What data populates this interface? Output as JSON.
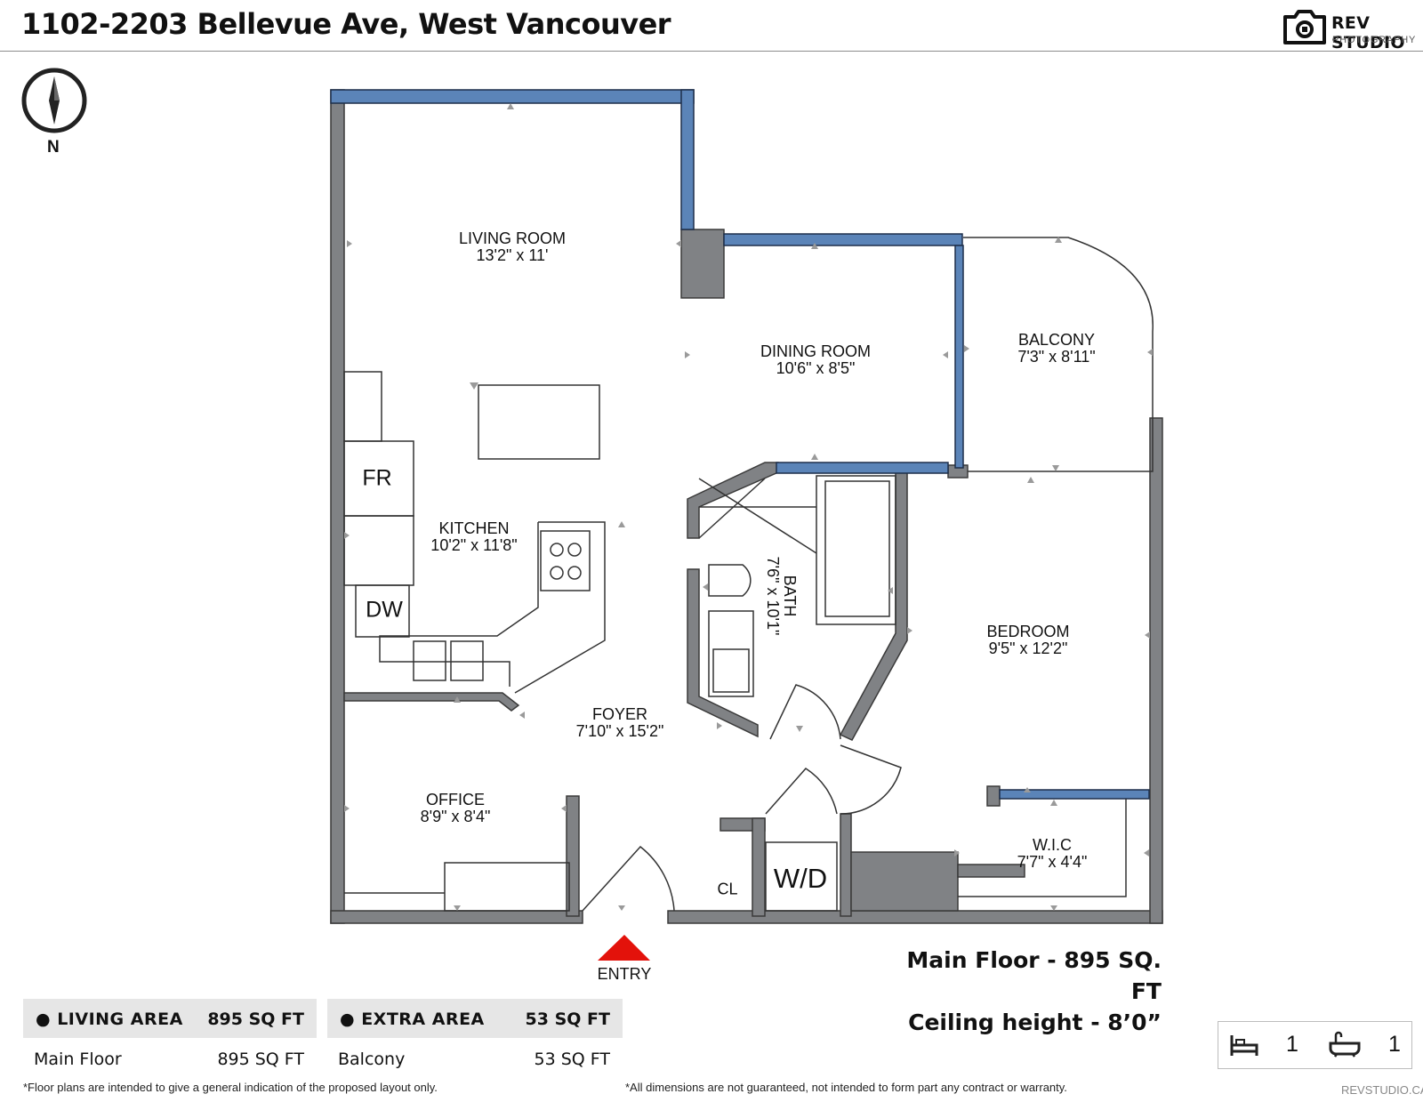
{
  "header": {
    "title": "1102-2203 Bellevue Ave, West Vancouver",
    "brand": "REV STUDIO",
    "brand_sub": "PHOTOGRAPHY"
  },
  "compass": {
    "label": "N"
  },
  "rooms": {
    "living": {
      "name": "LIVING ROOM",
      "dims": "13'2\" x 11'"
    },
    "dining": {
      "name": "DINING ROOM",
      "dims": "10'6\" x 8'5\""
    },
    "balcony": {
      "name": "BALCONY",
      "dims": "7'3\" x 8'11\""
    },
    "kitchen": {
      "name": "KITCHEN",
      "dims": "10'2\" x 11'8\""
    },
    "bath": {
      "name": "BATH",
      "dims": "7'6\" x 10'1\""
    },
    "bedroom": {
      "name": "BEDROOM",
      "dims": "9'5\" x 12'2\""
    },
    "foyer": {
      "name": "FOYER",
      "dims": "7'10\" x 15'2\""
    },
    "office": {
      "name": "OFFICE",
      "dims": "8'9\" x 8'4\""
    },
    "wic": {
      "name": "W.I.C",
      "dims": "7'7\" x 4'4\""
    }
  },
  "appliances": {
    "fridge": "FR",
    "dishwasher": "DW",
    "closet": "CL",
    "washer_dryer": "W/D"
  },
  "entry_label": "ENTRY",
  "summary": {
    "floor": "Main Floor - 895 SQ. FT",
    "ceiling": "Ceiling height - 8’0”"
  },
  "tables": {
    "living": {
      "label": "LIVING AREA",
      "total": "895 SQ FT",
      "row_label": "Main Floor",
      "row_value": "895 SQ FT"
    },
    "extra": {
      "label": "EXTRA AREA",
      "total": "53 SQ FT",
      "row_label": "Balcony",
      "row_value": "53 SQ FT"
    }
  },
  "counts": {
    "bedrooms": "1",
    "bathrooms": "1"
  },
  "footer": {
    "disclaimer_left": "*Floor plans are intended to give a general indication of the proposed layout only.",
    "disclaimer_right": "*All dimensions are not guaranteed, not intended to form part any contract or warranty.",
    "website": "REVSTUDIO.CA"
  },
  "colors": {
    "wall": "#808285",
    "window": "#5b84b8",
    "entry_arrow": "#e3120b",
    "header_band": "#e6e6e6"
  }
}
